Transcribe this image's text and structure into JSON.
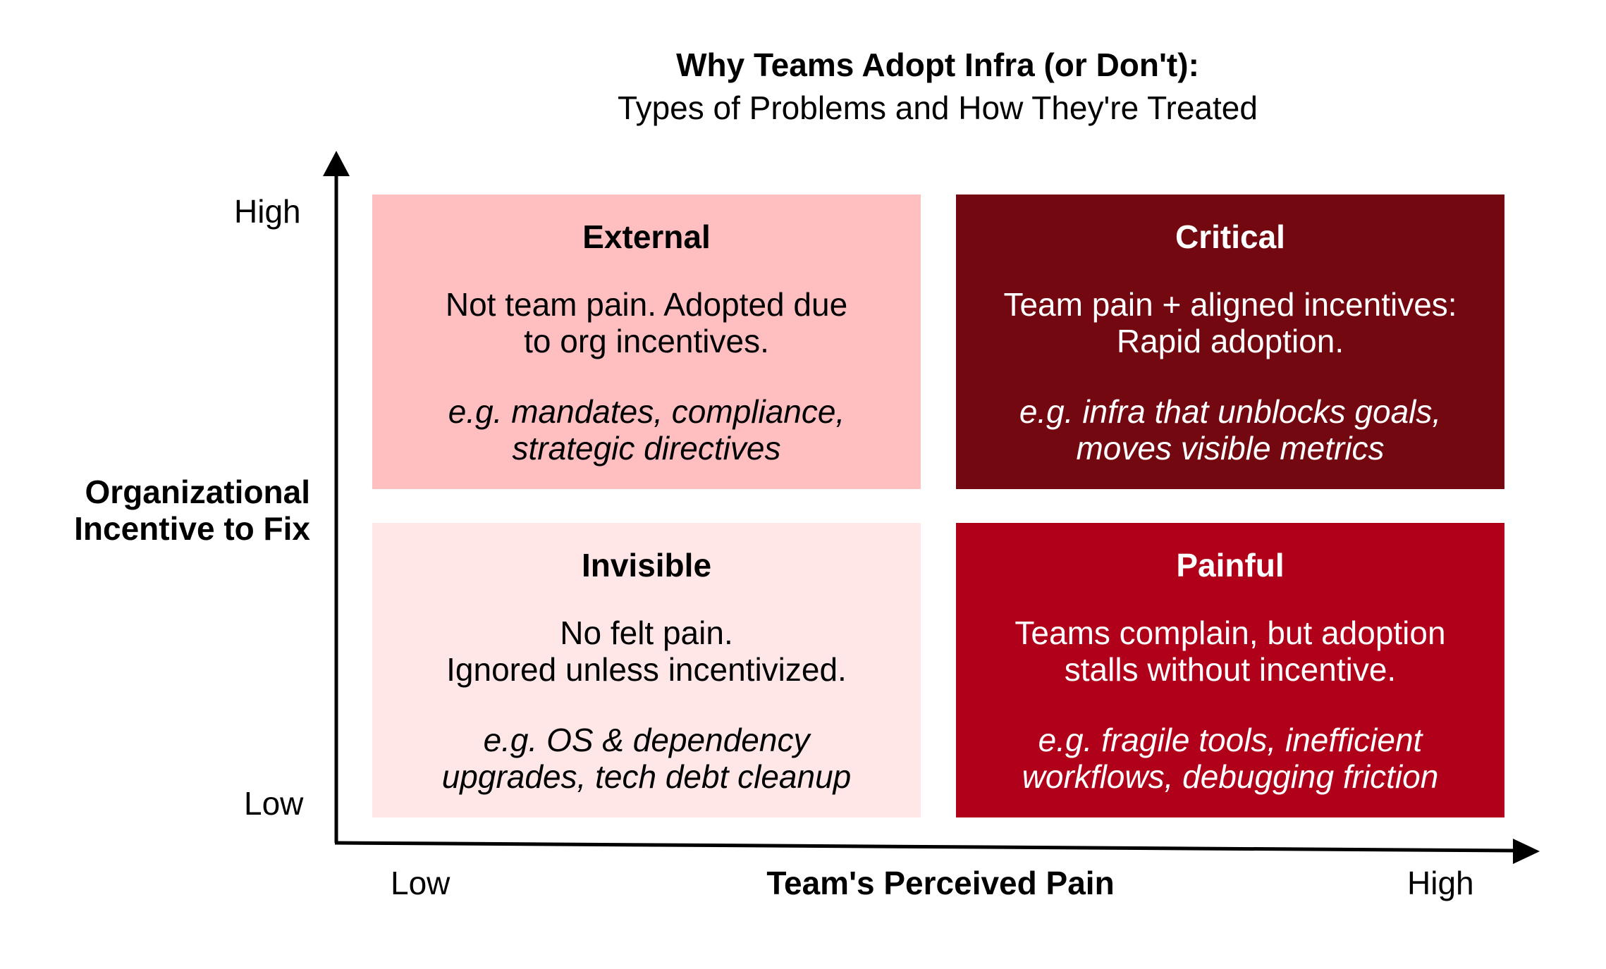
{
  "title": {
    "main": "Why Teams Adopt Infra (or Don't):",
    "subtitle": "Types of Problems and How They're Treated"
  },
  "y_axis": {
    "label": "Organizational\nIncentive to Fix",
    "high": "High",
    "low": "Low"
  },
  "x_axis": {
    "label": "Team's Perceived Pain",
    "low": "Low",
    "high": "High"
  },
  "quadrants": {
    "external": {
      "title": "External",
      "description": "Not team pain. Adopted due\nto org incentives.",
      "example": "e.g. mandates, compliance,\nstrategic directives",
      "color": "#FFBFC1"
    },
    "critical": {
      "title": "Critical",
      "description": "Team pain + aligned incentives:\nRapid adoption.",
      "example": "e.g. infra that unblocks goals,\nmoves visible metrics",
      "color": "#730811"
    },
    "invisible": {
      "title": "Invisible",
      "description": "No felt pain.\nIgnored unless incentivized.",
      "example": "e.g. OS & dependency\nupgrades, tech debt cleanup",
      "color": "#FFE7E8"
    },
    "painful": {
      "title": "Painful",
      "description": "Teams complain, but adoption\nstalls without incentive.",
      "example": "e.g. fragile tools, inefficient\nworkflows, debugging friction",
      "color": "#B1001A"
    }
  }
}
